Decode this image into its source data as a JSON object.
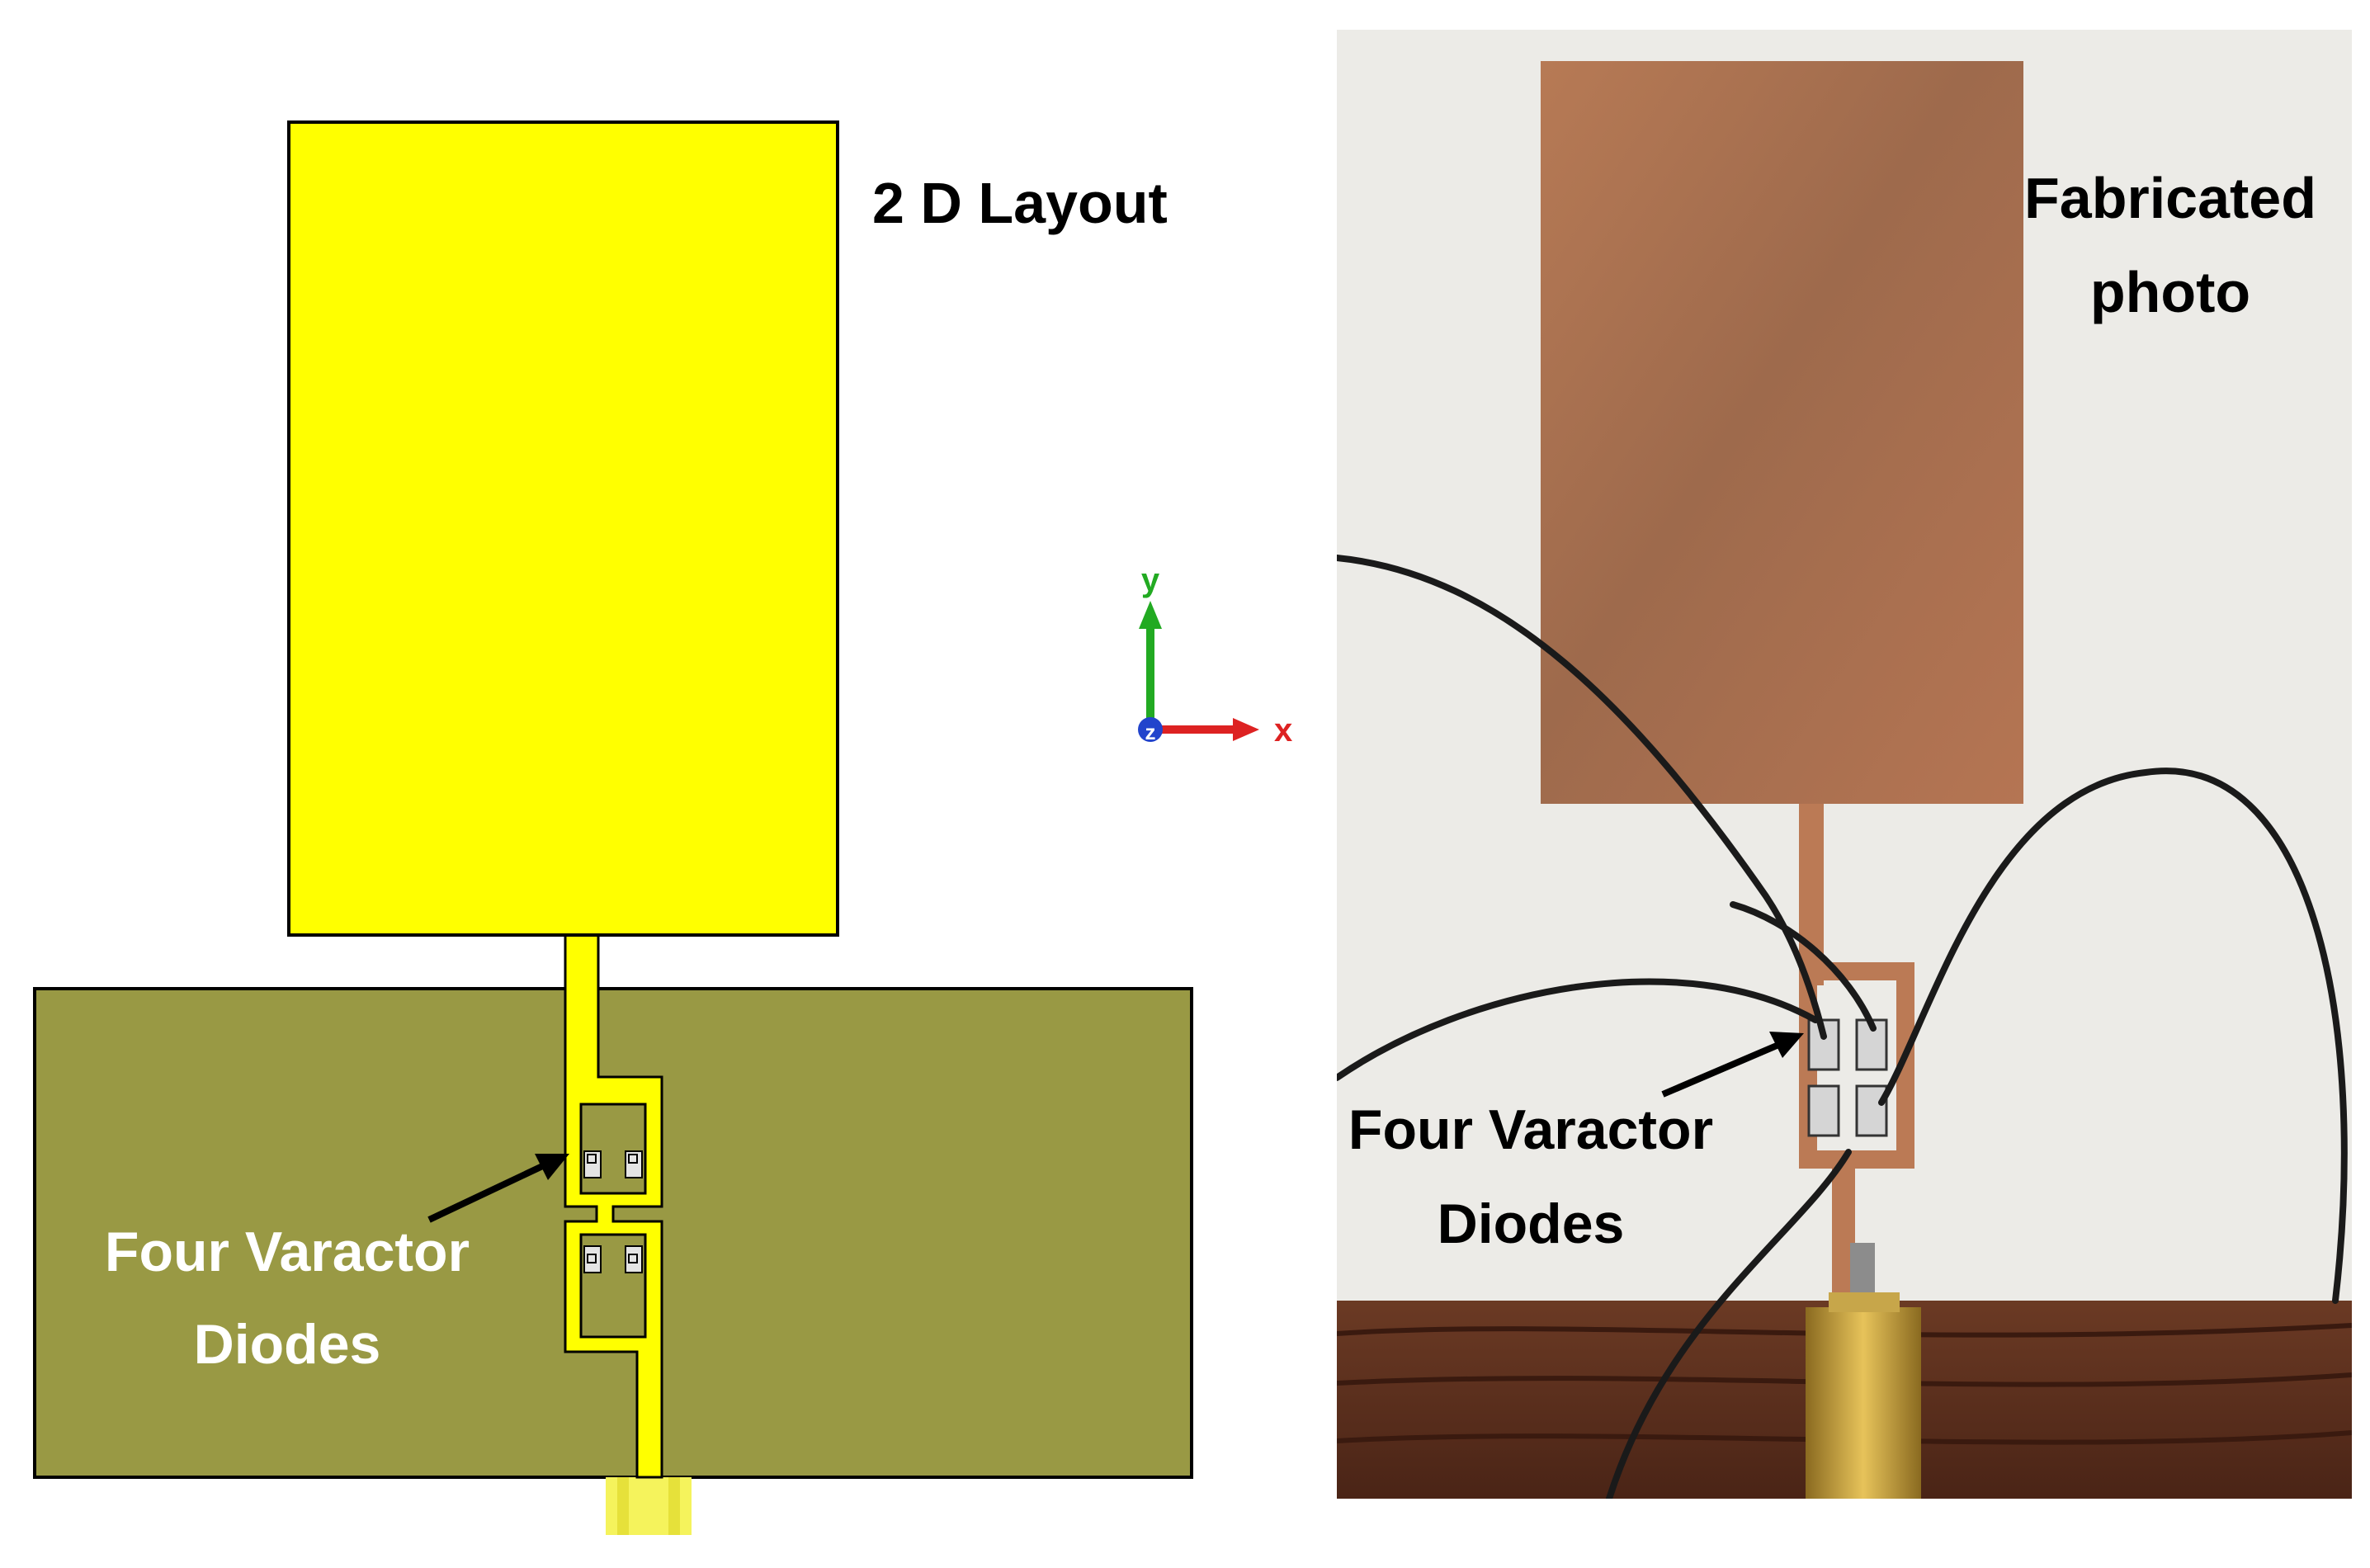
{
  "layout": {
    "title": "2 D Layout",
    "diode_label_line1": "Four Varactor",
    "diode_label_line2": "Diodes",
    "axis_y": "y",
    "axis_x": "x",
    "axis_z": "z"
  },
  "photo": {
    "title_line1": "Fabricated",
    "title_line2": "photo",
    "diode_label_line1": "Four Varactor",
    "diode_label_line2": "Diodes"
  },
  "colors": {
    "patch": "#ffff00",
    "ground_plane": "#999944",
    "copper": "#b0714e",
    "substrate": "#eceae6",
    "wood": "#5a2f1e"
  }
}
